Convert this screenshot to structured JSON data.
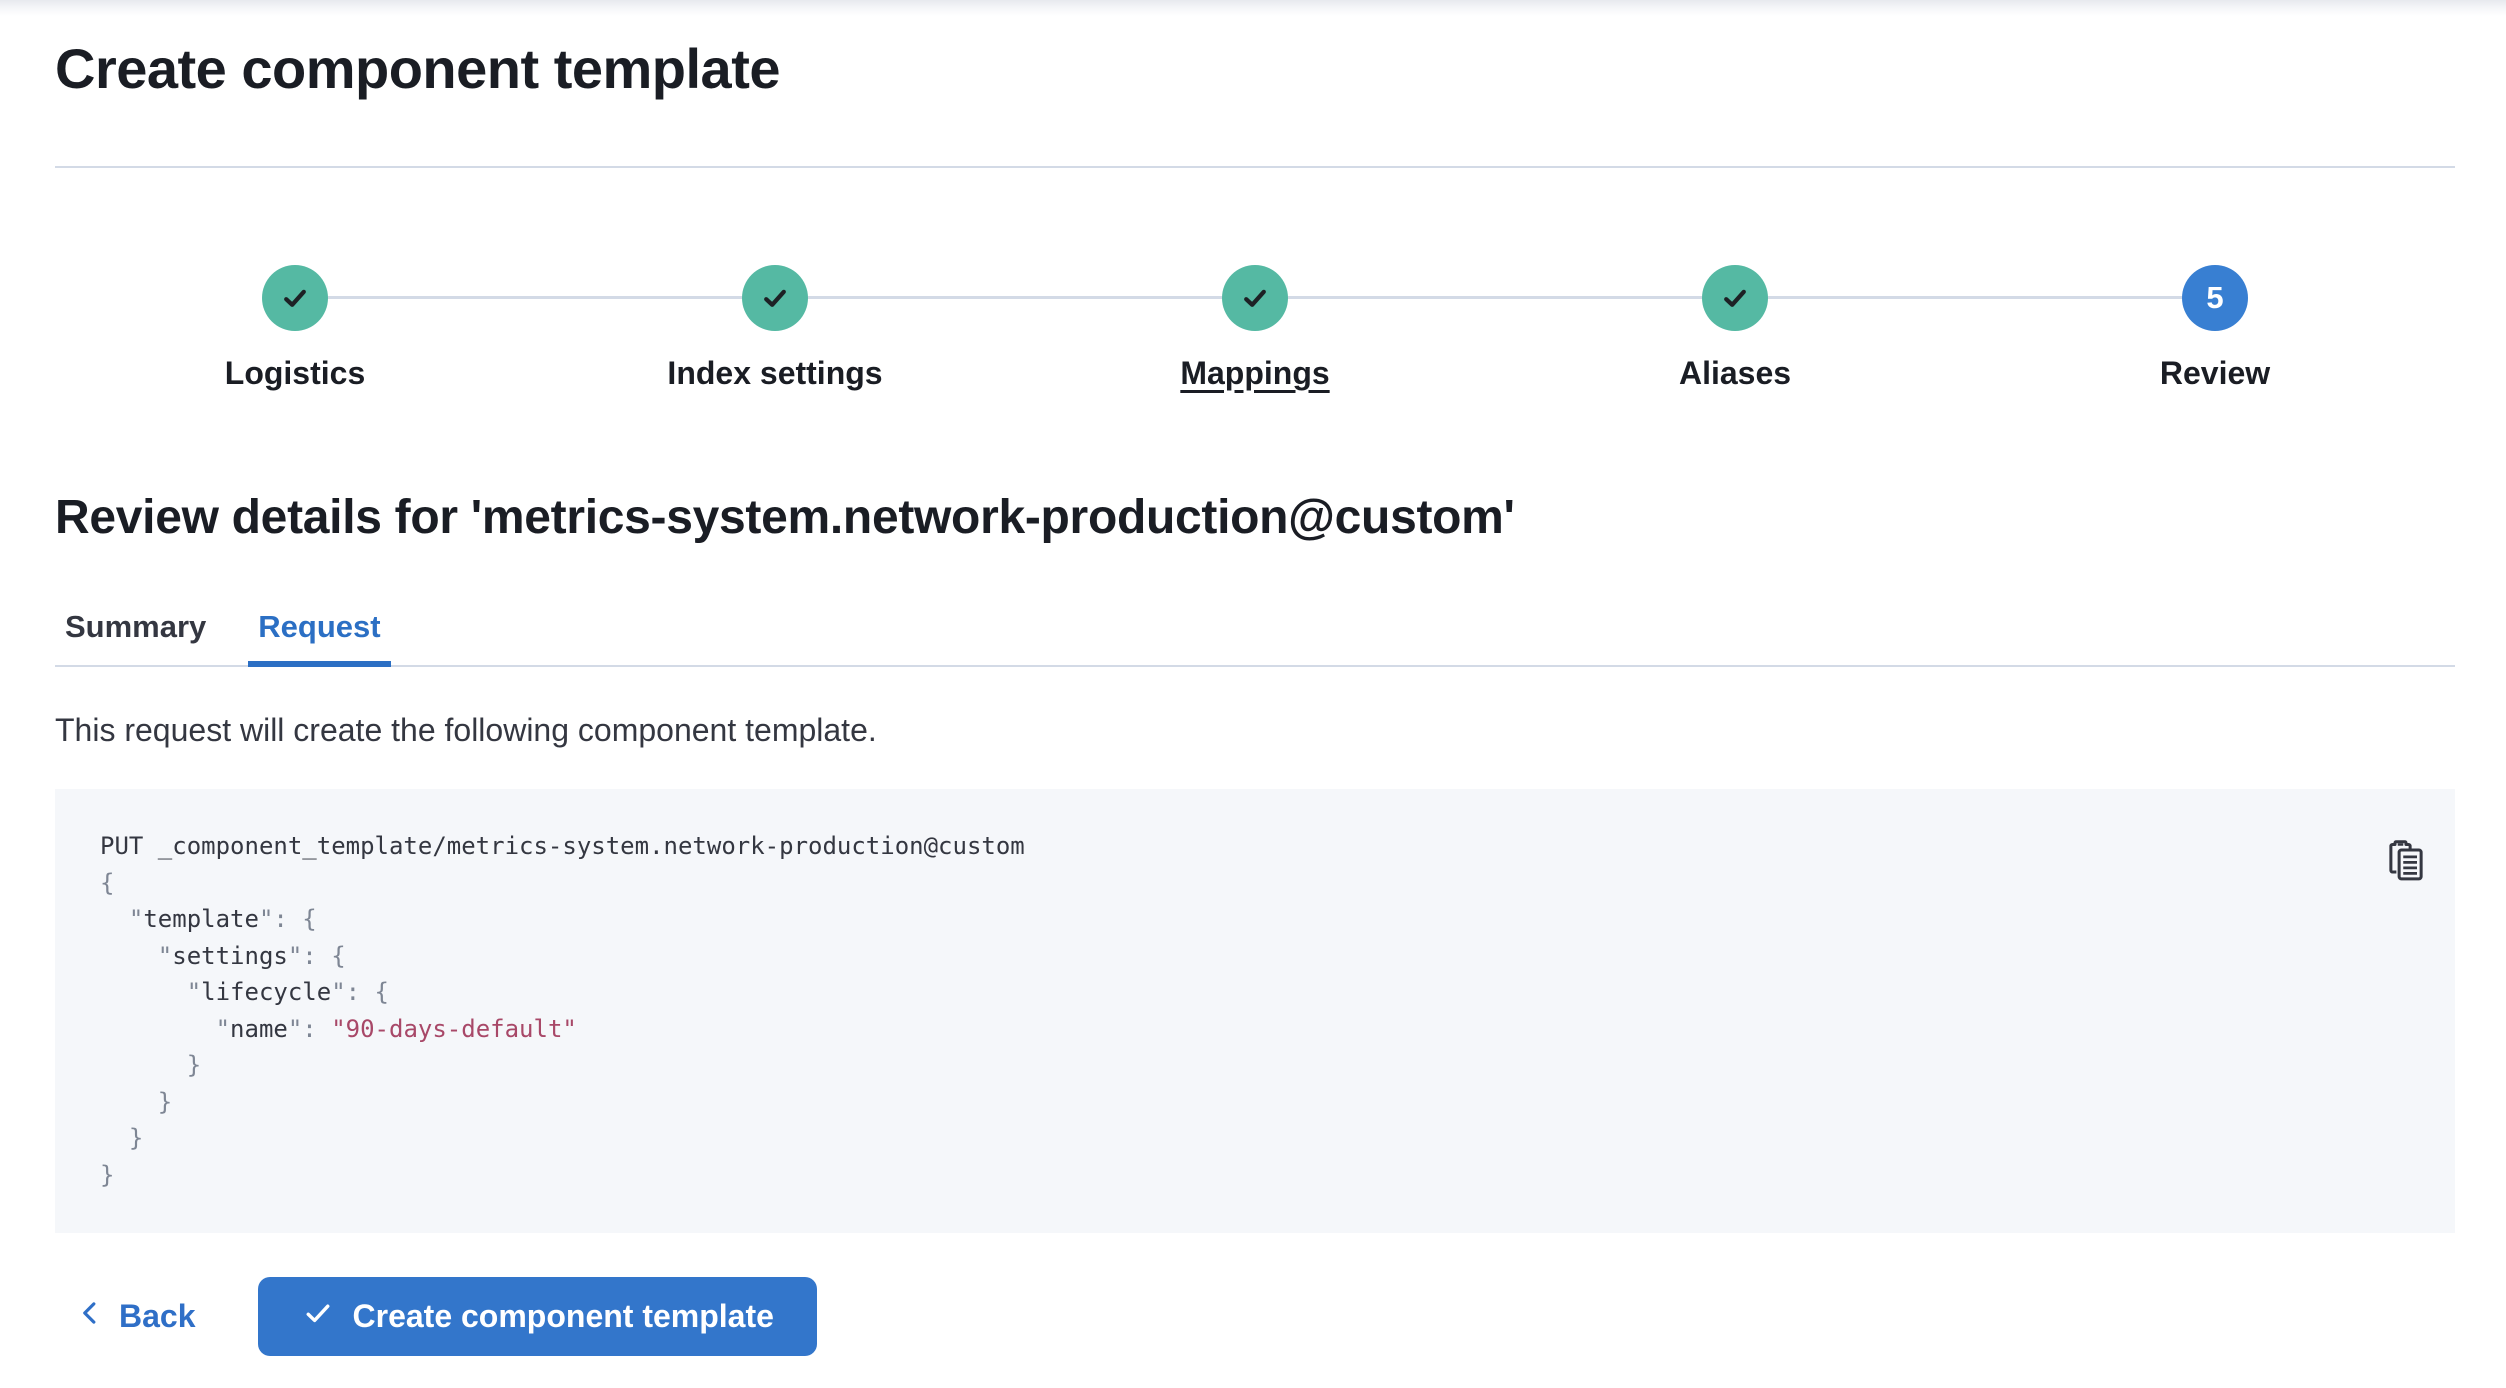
{
  "page": {
    "title": "Create component template"
  },
  "stepper": {
    "steps": [
      {
        "label": "Logistics",
        "status": "complete"
      },
      {
        "label": "Index settings",
        "status": "complete"
      },
      {
        "label": "Mappings",
        "status": "complete"
      },
      {
        "label": "Aliases",
        "status": "complete"
      },
      {
        "label": "Review",
        "status": "current",
        "number": "5"
      }
    ]
  },
  "review": {
    "heading": "Review details for 'metrics-system.network-production@custom'"
  },
  "tabs": [
    {
      "label": "Summary",
      "selected": false
    },
    {
      "label": "Request",
      "selected": true
    }
  ],
  "request_panel": {
    "description": "This request will create the following component template.",
    "copy_icon": "copy-clipboard"
  },
  "code": {
    "lines": [
      [
        {
          "c": "k",
          "t": "PUT _component_template/metrics-system.network-production@custom"
        }
      ],
      [
        {
          "c": "p",
          "t": "{"
        }
      ],
      [
        {
          "c": "k",
          "t": "  "
        },
        {
          "c": "p",
          "t": "\""
        },
        {
          "c": "k",
          "t": "template"
        },
        {
          "c": "p",
          "t": "\": {"
        }
      ],
      [
        {
          "c": "k",
          "t": "    "
        },
        {
          "c": "p",
          "t": "\""
        },
        {
          "c": "k",
          "t": "settings"
        },
        {
          "c": "p",
          "t": "\": {"
        }
      ],
      [
        {
          "c": "k",
          "t": "      "
        },
        {
          "c": "p",
          "t": "\""
        },
        {
          "c": "k",
          "t": "lifecycle"
        },
        {
          "c": "p",
          "t": "\": {"
        }
      ],
      [
        {
          "c": "k",
          "t": "        "
        },
        {
          "c": "p",
          "t": "\""
        },
        {
          "c": "k",
          "t": "name"
        },
        {
          "c": "p",
          "t": "\": "
        },
        {
          "c": "s",
          "t": "\"90-days-default\""
        }
      ],
      [
        {
          "c": "p",
          "t": "      }"
        }
      ],
      [
        {
          "c": "p",
          "t": "    }"
        }
      ],
      [
        {
          "c": "p",
          "t": "  }"
        }
      ],
      [
        {
          "c": "p",
          "t": "}"
        }
      ]
    ]
  },
  "footer": {
    "back_label": "Back",
    "create_label": "Create component template"
  },
  "colors": {
    "primary_blue": "#3376cb",
    "tab_blue": "#2b6fc4",
    "success_teal": "#55b9a3",
    "divider_gray": "#d3dae6",
    "code_background": "#f5f7fa",
    "code_text": "#343741",
    "code_punctuation": "#7e8694",
    "code_string": "#a84868",
    "heading_text": "#1a1d24"
  }
}
